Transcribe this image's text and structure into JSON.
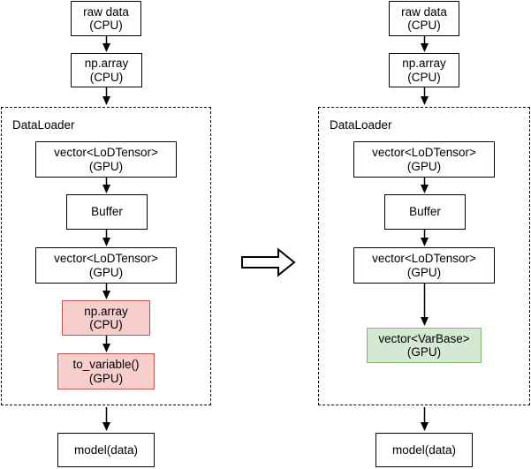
{
  "colors": {
    "highlight_red_fill": "#f8cecc",
    "highlight_red_border": "#b85450",
    "highlight_green_fill": "#d5e8d4",
    "highlight_green_border": "#82b366",
    "line_color": "#000000"
  },
  "left": {
    "dataloader_label": "DataLoader",
    "raw_data": {
      "line1": "raw data",
      "line2": "(CPU)"
    },
    "np_array": {
      "line1": "np.array",
      "line2": "(CPU)"
    },
    "vector_lod_1": {
      "line1": "vector<LoDTensor>",
      "line2": "(GPU)"
    },
    "buffer": {
      "line1": "Buffer"
    },
    "vector_lod_2": {
      "line1": "vector<LoDTensor>",
      "line2": "(GPU)"
    },
    "np_array_2": {
      "line1": "np.array",
      "line2": "(CPU)"
    },
    "to_variable": {
      "line1": "to_variable()",
      "line2": "(GPU)"
    },
    "model": {
      "line1": "model(data)"
    }
  },
  "right": {
    "dataloader_label": "DataLoader",
    "raw_data": {
      "line1": "raw data",
      "line2": "(CPU)"
    },
    "np_array": {
      "line1": "np.array",
      "line2": "(CPU)"
    },
    "vector_lod_1": {
      "line1": "vector<LoDTensor>",
      "line2": "(GPU)"
    },
    "buffer": {
      "line1": "Buffer"
    },
    "vector_lod_2": {
      "line1": "vector<LoDTensor>",
      "line2": "(GPU)"
    },
    "vector_varbase": {
      "line1": "vector<VarBase>",
      "line2": "(GPU)"
    },
    "model": {
      "line1": "model(data)"
    }
  }
}
